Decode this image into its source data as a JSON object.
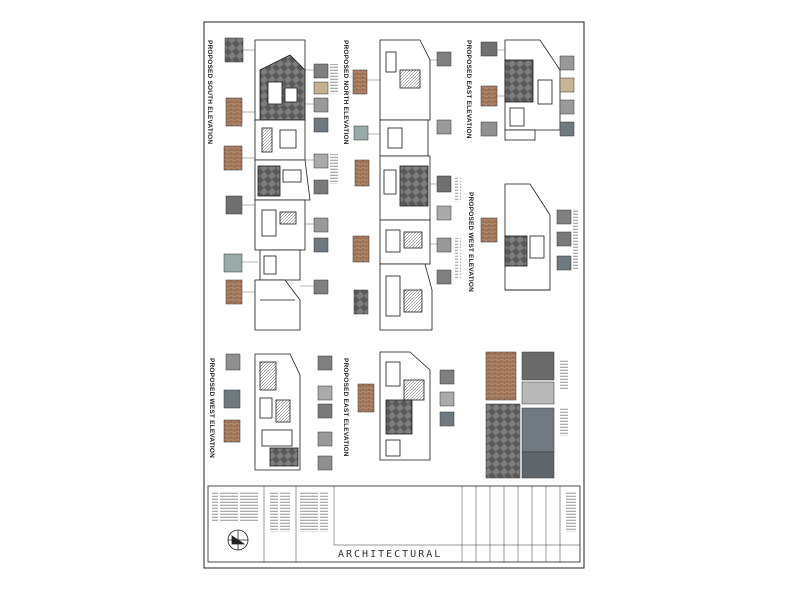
{
  "drawing": {
    "elevation_labels": [
      "PROPOSED SOUTH ELEVATION",
      "PROPOSED NORTH ELEVATION",
      "PROPOSED EAST ELEVATION",
      "PROPOSED WEST ELEVATION",
      "PROPOSED WEST ELEVATION",
      "PROPOSED EAST ELEVATION"
    ],
    "title_block": {
      "brand": "ARCHITECTURAL"
    }
  },
  "colors": {
    "line": "#1a1a1a",
    "brick": "#a8785a",
    "render": "#8c8c8c",
    "glass": "#6e7a80"
  }
}
